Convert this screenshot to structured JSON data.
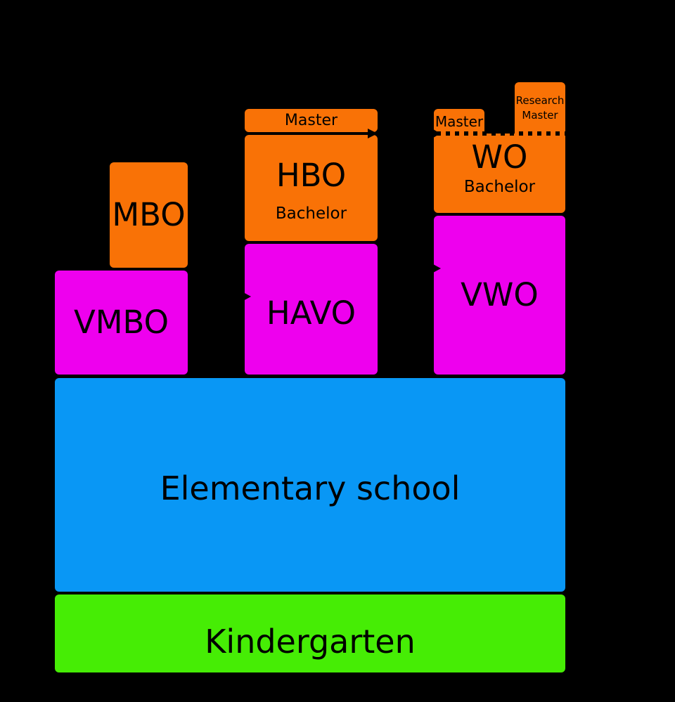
{
  "colors": {
    "background": "#000000",
    "orange": "#F97206",
    "magenta": "#EE00EE",
    "blue": "#0997F5",
    "green": "#46ED05",
    "line": "#000000"
  },
  "blocks": {
    "kindergarten": {
      "label": "Kindergarten"
    },
    "elementary": {
      "label": "Elementary school"
    },
    "vmbo": {
      "label": "VMBO"
    },
    "mbo": {
      "label": "MBO"
    },
    "havo": {
      "label": "HAVO"
    },
    "vwo": {
      "label": "VWO"
    },
    "hbo": {
      "label": "HBO",
      "sublabel": "Bachelor"
    },
    "hbo_master": {
      "label": "Master"
    },
    "wo": {
      "label": "WO",
      "sublabel": "Bachelor"
    },
    "wo_master": {
      "label": "Master"
    },
    "research_master": {
      "label": "Research Master"
    }
  },
  "connections": [
    {
      "from": "VMBO",
      "to": "HAVO",
      "style": "arrow"
    },
    {
      "from": "HAVO",
      "to": "VWO",
      "style": "arrow"
    },
    {
      "from": "HBO",
      "to": "WO Master",
      "style": "arrow"
    },
    {
      "from": "WO Master",
      "to": "Research Master",
      "style": "dotted-boundary"
    }
  ]
}
